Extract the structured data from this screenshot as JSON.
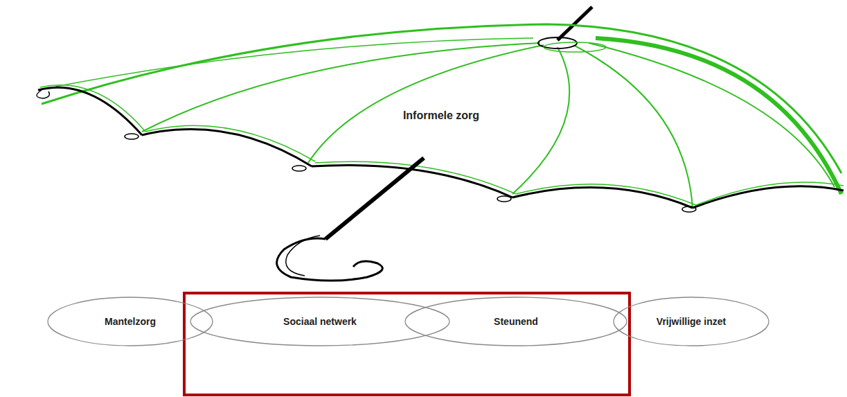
{
  "diagram": {
    "nodes": [
      {
        "text": [
          "Mantelzorg"
        ]
      },
      {
        "text": [
          "Sociaal netwerk"
        ]
      },
      {
        "text": [
          "Steunend"
        ]
      },
      {
        "text": [
          "Vrijwillige inzet"
        ]
      }
    ],
    "labels": [
      "Informele zorg"
    ]
  }
}
